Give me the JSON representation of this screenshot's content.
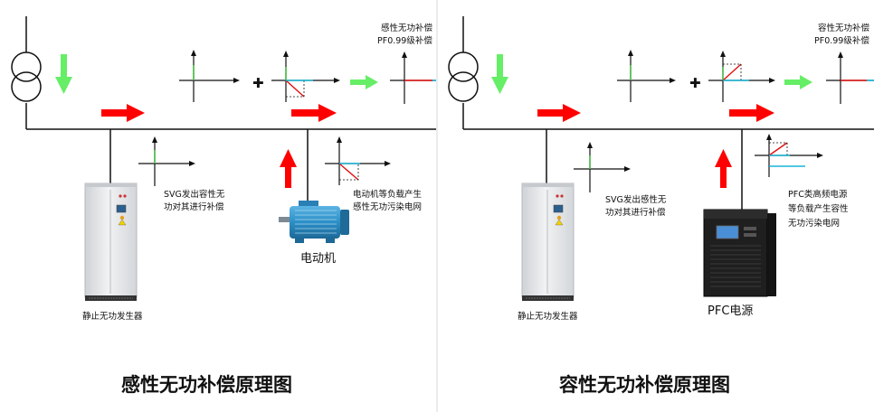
{
  "colors": {
    "line": "#111111",
    "flow_arrow_red": "#ff0000",
    "flow_arrow_green": "#66ee66",
    "vector_green": "#4cc24c",
    "vector_red": "#e01010",
    "vector_cyan": "#18b4d8",
    "divider": "#d8d8d8",
    "cabinet": "#e4e6e8",
    "motor": "#2d8fc6",
    "ups": "#1f1f1f"
  },
  "panels": [
    {
      "title": "感性无功补偿原理图",
      "result_label_line1": "感性无功补偿",
      "result_label_line2": "PF0.99级补偿",
      "plus": "✚",
      "svg_label_line1": "SVG发出容性无",
      "svg_label_line2": "功对其进行补偿",
      "device_caption": "静止无功发生器",
      "load_caption": "电动机",
      "load_label_lines": [
        "电动机等负载产生",
        "感性无功污染电网"
      ]
    },
    {
      "title": "容性无功补偿原理图",
      "result_label_line1": "容性无功补偿",
      "result_label_line2": "PF0.99级补偿",
      "plus": "✚",
      "svg_label_line1": "SVG发出感性无",
      "svg_label_line2": "功对其进行补偿",
      "device_caption": "静止无功发生器",
      "load_caption": "PFC电源",
      "load_label_lines": [
        "PFC类高频电源",
        "等负载产生容性",
        "无功污染电网"
      ]
    }
  ]
}
